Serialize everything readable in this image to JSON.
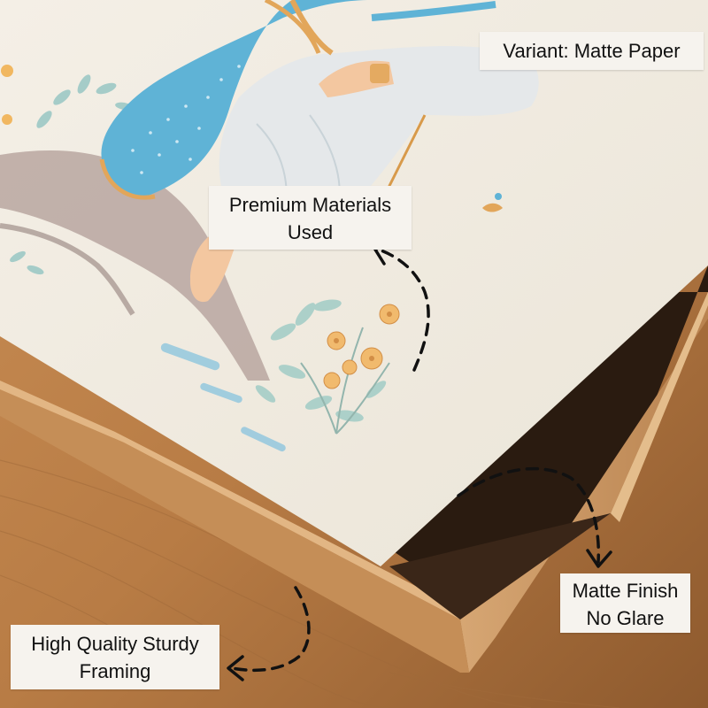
{
  "labels": {
    "variant": "Variant: Matte Paper",
    "premium_line1": "Premium Materials",
    "premium_line2": "Used",
    "matte_line1": "Matte Finish",
    "matte_line2": "No Glare",
    "framing_line1": "High Quality Sturdy",
    "framing_line2": "Framing"
  },
  "colors": {
    "wood": "#b47a45",
    "paper": "#f1ece2",
    "label_bg": "#f6f3ee",
    "dupatta_blue": "#5fb3d6",
    "gold_trim": "#e2a65a"
  },
  "icons": [
    "dashed-arrow-up-icon",
    "dashed-arrow-down-icon",
    "dashed-arrow-left-icon"
  ]
}
